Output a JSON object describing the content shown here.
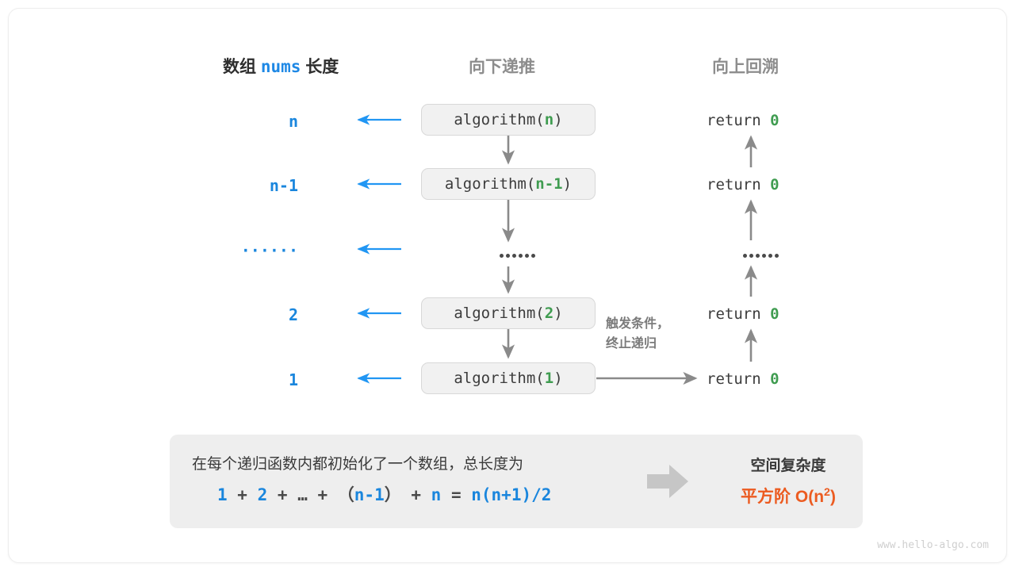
{
  "headers": {
    "left_prefix": "数组",
    "left_code": "nums",
    "left_suffix": "长度",
    "middle": "向下递推",
    "right": "向上回溯"
  },
  "rows": [
    {
      "size": "n",
      "call_prefix": "algorithm(",
      "call_arg": "n",
      "call_suffix": ")",
      "return_text": "return",
      "return_value": "0"
    },
    {
      "size": "n-1",
      "call_prefix": "algorithm(",
      "call_arg": "n-1",
      "call_suffix": ")",
      "return_text": "return",
      "return_value": "0"
    },
    {
      "size": "······",
      "call_prefix": "",
      "call_arg": "",
      "call_suffix": "",
      "return_text": "",
      "return_value": ""
    },
    {
      "size": "2",
      "call_prefix": "algorithm(",
      "call_arg": "2",
      "call_suffix": ")",
      "return_text": "return",
      "return_value": "0"
    },
    {
      "size": "1",
      "call_prefix": "algorithm(",
      "call_arg": "1",
      "call_suffix": ")",
      "return_text": "return",
      "return_value": "0"
    }
  ],
  "annotation": {
    "line1": "触发条件，",
    "line2": "终止递归"
  },
  "summary": {
    "description": "在每个递归函数内都初始化了一个数组，总长度为",
    "formula_parts": [
      {
        "t": "1",
        "blue": true
      },
      {
        "t": " + ",
        "blue": false
      },
      {
        "t": "2",
        "blue": true
      },
      {
        "t": " + ",
        "blue": false
      },
      {
        "t": "…",
        "blue": false
      },
      {
        "t": " + ",
        "blue": false
      },
      {
        "t": "（",
        "blue": false
      },
      {
        "t": "n-1",
        "blue": true
      },
      {
        "t": "）",
        "blue": false
      },
      {
        "t": " + ",
        "blue": false
      },
      {
        "t": "n",
        "blue": true
      },
      {
        "t": " = ",
        "blue": false
      },
      {
        "t": "n(n+1)/2",
        "blue": true
      }
    ],
    "title": "空间复杂度",
    "complexity_label": "平方阶",
    "complexity_big_o": "O(n",
    "complexity_exponent": "2",
    "complexity_close": ")"
  },
  "watermark": "www.hello-algo.com",
  "colors": {
    "blue": "#1a86dd",
    "green": "#3f9c50",
    "orange": "#ec5b20",
    "gray_arrow": "#8a8a8a",
    "box_fill": "#f1f1f1",
    "panel_fill": "#eeeeee"
  },
  "icons": {
    "left_arrow": "left-arrow-icon",
    "down_arrow": "down-arrow-icon",
    "up_arrow": "up-arrow-icon",
    "right_arrow": "right-arrow-icon",
    "block_arrow": "block-right-arrow-icon"
  }
}
